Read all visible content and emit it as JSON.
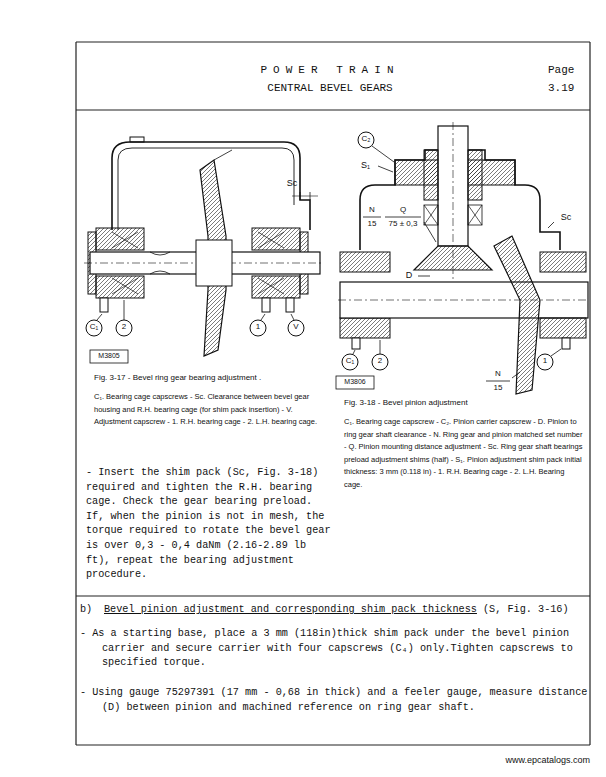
{
  "diagram": {
    "title": "POWER TRAIN",
    "labels": [
      "CENTRAL BEVEL GEARS",
      "Page",
      "3.19",
      "Sc",
      "C₁",
      "2",
      "1",
      "V",
      "M3805",
      "Fig. 3-17 - Bevel ring gear bearing adjustment .",
      "C₁. Bearing cage capscrews - Sc. Clearance between bevel gear housing and R.H. bearing cage (for shim pack insertion) - V. Adjustment capscrew - 1. R.H. bearing cage - 2. L.H. bearing cage.",
      "C₂",
      "S₁",
      "N",
      "15",
      "Q",
      "75 ± 0,3",
      "Sc",
      "D",
      "C₁",
      "2",
      "1",
      "N",
      "15",
      "M3806",
      "Fig. 3-18 - Bevel pinion adjustment",
      "C₁. Bearing cage capscrew - C₂. Pinion carrier capscrew - D. Pinion to ring gear shaft clearance - N. Ring gear and pinion matched set number - Q. Pinion mounting distance adjustment - Sc. Ring gear shaft bearings preload adjustment shims (half) - S₁. Pinion adjustment shim pack initial thickness: 3 mm (0.118 in) - 1. R.H. Bearing cage - 2. L.H. Bearing cage.",
      "- Insert the shim pack (Sc, Fig. 3-18) required and tighten the R.H. bearing cage. Check the gear bearing preload. If, when the pinion is not in mesh, the torque required to rotate the bevel gear is over 0,3 - 0,4 daNm (2.16-2.89 lb ft), repeat the bearing adjustment procedure.",
      "b)",
      "Bevel pinion adjustment and corresponding shim pack thickness",
      "(S, Fig. 3-16)",
      "- As a starting base, place a 3 mm (118in)thick shim pack under the bevel pinion carrier and secure carrier with four capscrews (C₄) only.Tighten capscrews to specified torque.",
      "- Using gauge 75297391 (17 mm - 0,68 in thick) and a feeler gauge, measure distance (D) between pinion and machined reference on ring gear shaft.",
      "www.epcatalogs.com"
    ]
  }
}
